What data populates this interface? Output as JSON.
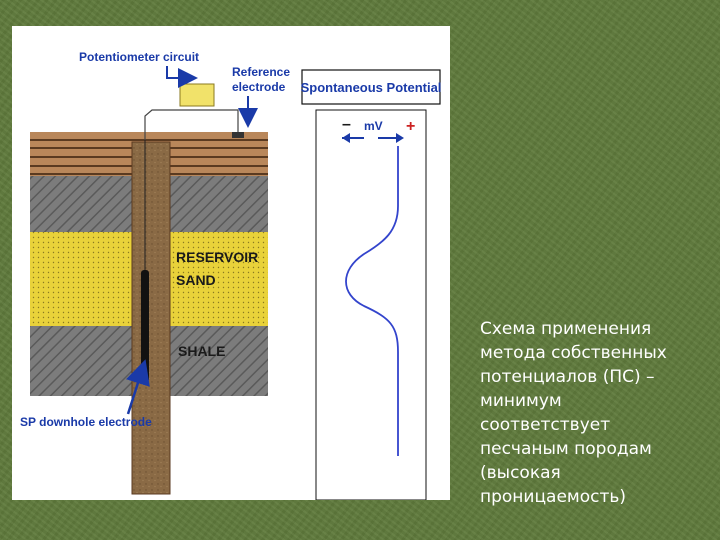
{
  "diagram": {
    "labels": {
      "potentiometer": "Potentiometer circuit",
      "reference_line1": "Reference",
      "reference_line2": "electrode",
      "reservoir_line1": "RESERVOIR",
      "reservoir_line2": "SAND",
      "shale": "SHALE",
      "downhole": "SP downhole electrode"
    },
    "log_panel": {
      "title": "Spontaneous Potential",
      "minus": "–",
      "unit": "mV",
      "plus": "+"
    },
    "colors": {
      "label_blue": "#1a3aa8",
      "sp_curve": "#3344cc",
      "plus_sign": "#cc2222",
      "sand": "#e9d23a",
      "shale": "#7c7c7c",
      "topsoil": "#b9875a",
      "borehole": "#8a6a45",
      "electrode_box": "#f1e26a"
    }
  },
  "caption": "Схема применения\nметода собственных\nпотенциалов (ПС) –\nминимум\nсоответствует\nпесчаным породам\n(высокая\nпроницаемость)"
}
